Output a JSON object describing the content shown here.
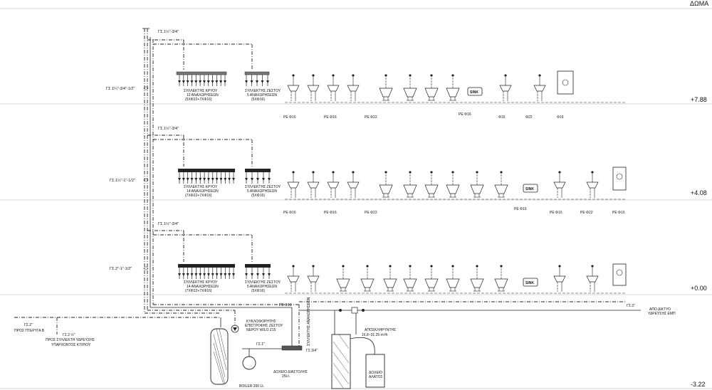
{
  "title": "ΔΩΜΑ",
  "levels": [
    "+7.88",
    "+4.08",
    "+0.00",
    "-3.22"
  ],
  "floors": [
    {
      "riser_label": "ΓΣ.1¼\"-3/4\"-1/2\"",
      "branch_label": "ΓΣ.1½\"-3/4\"",
      "cold_manifold": [
        "ΣΥΛΛΕΚΤΗΣ ΚΡΥΟΥ",
        "12 ΑΝΑΧΩΡΗΣΕΩΝ",
        "(5ΧΦ22+7ΧΦ16)"
      ],
      "hot_manifold": [
        "ΣΥΛΛΕΚΤΗΣ ΖΕΣΤΟΥ",
        "5 ΑΝΑΧΩΡΗΣΕΩΝ",
        "(5ΧΦ16)"
      ],
      "fixture_labels": [
        "PE Φ16",
        "PE Φ16",
        "PE Φ22",
        "PE Φ16",
        "Φ16",
        "Φ22",
        "Φ16"
      ]
    },
    {
      "riser_label": "ΓΣ.1½\"-1\"-1/2\"",
      "branch_label": "ΓΣ.1½\"-3/4\"",
      "cold_manifold": [
        "ΣΥΛΛΕΚΤΗΣ ΚΡΥΟΥ",
        "14 ΑΝΑΧΩΡΗΣΕΩΝ",
        "(7ΧΦ22+7ΧΦ16)"
      ],
      "hot_manifold": [
        "ΣΥΛΛΕΚΤΗΣ ΖΕΣΤΟΥ",
        "5 ΑΝΑΧΩΡΗΣΕΩΝ",
        "(5ΧΦ16)"
      ],
      "fixture_labels": [
        "PE Φ16",
        "PE Φ16",
        "PE Φ22",
        "PE Φ16",
        "PE Φ16",
        "PE Φ22",
        "PE Φ16"
      ]
    },
    {
      "riser_label": "ΓΣ.2\"-1\"-1/2\"",
      "branch_label": "ΓΣ.1½\"-3/4\"",
      "cold_manifold": [
        "ΣΥΛΛΕΚΤΗΣ ΚΡΥΟΥ",
        "14 ΑΝΑΧΩΡΗΣΕΩΝ",
        "(7ΧΦ22+7ΧΦ16)"
      ],
      "hot_manifold": [
        "ΣΥΛΛΕΚΤΗΣ ΖΕΣΤΟΥ",
        "5 ΑΝΑΧΩΡΗΣΕΩΝ",
        "(5ΧΦ16)"
      ],
      "fixture_labels": [
        "PE Φ16"
      ]
    }
  ],
  "sink_label": "SINK",
  "basement": {
    "pipe_2in": "ΓΣ.2\"",
    "to_tank": "ΠΡΟΣ ΠΤΕΡΥΓΑ Β",
    "pipe_2half": "ΓΣ.2 ½\"",
    "to_collector": [
      "ΠΡΟΣ ΣΥΛΛΕΚΤΗ ΥΔΡΕΥΣΗΣ",
      "ΥΠΑΡΧΟΝΤΟΣ ΚΤΙΡΙΟΥ"
    ],
    "pump": [
      "ΚΥΚΛΟΦΟΡΗΤΗΣ",
      "ΕΠΙΣΤΡΟΦΗΣ ΖΕΣΤΟΥ",
      "ΝΕΡΟΥ WILO Z15"
    ],
    "pipe_1in": "ΓΣ.1\"",
    "pipe_3q": "ΓΣ.3/4\"",
    "expansion": [
      "ΔΟΧΕΙΟ ΔΙΑΣΤΟΛΗΣ",
      "25Lt."
    ],
    "boiler": "BOILER 200 Lt.",
    "softener": [
      "ΑΠΟΣΚΛΗΡΥΝΤΗΣ",
      "16.8~31.25 m³/h"
    ],
    "salt_tank": [
      "ΔΟΧΕΙΟ",
      "ΑΛΑΤΟΣ"
    ],
    "pipe_3in": "ΓΣ.3\"",
    "network": [
      "ΑΠΟ ΔΙΚΤΥΟ",
      "ΥΔΡΕΥΣΗΣ ΕΜΠ"
    ],
    "manifold_tag": "ΣΥΛΛΕΚΤΗΣ ΑΝΑΧΩΡΗΣΕΩΝ"
  }
}
